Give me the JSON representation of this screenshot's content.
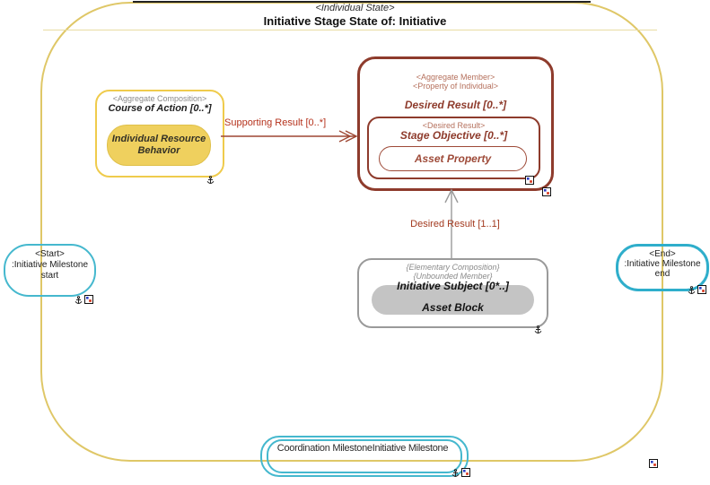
{
  "state": {
    "stereotype": "<Individual State>",
    "title": "Initiative Stage State of: Initiative"
  },
  "course_of_action": {
    "stereotype": "<Aggregate Composition>",
    "name": "Course of Action [0..*]",
    "behavior": "Individual Resource Behavior"
  },
  "connectors": {
    "supporting_result": "Supporting Result [0..*]",
    "desired_result": "Desired Result [1..1]"
  },
  "desired_result": {
    "stereotype1": "<Aggregate Member>",
    "stereotype2": "<Property of Individual>",
    "name": "Desired Result [0..*]"
  },
  "stage_objective": {
    "stereotype": "<Desired Result>",
    "name": "Stage Objective [0..*]",
    "asset_property": "Asset Property"
  },
  "initiative_subject": {
    "stereotype1": "{Elementary Composition}",
    "stereotype2": "{Unbounded Member}",
    "name": "Initiative Subject [0*..]",
    "asset_block": "Asset Block"
  },
  "start_milestone": {
    "stereotype": "<Start>",
    "name": ":Initiative Milestone",
    "instance": "start"
  },
  "end_milestone": {
    "stereotype": "<End>",
    "name": ":Initiative Milestone",
    "instance": "end"
  },
  "bottom_milestone": {
    "label": "Coordination MilestoneInitiative Milestone"
  },
  "colors": {
    "frame_yellow": "#DFC767",
    "course_border": "#EFCB4C",
    "course_fill": "#EFD05E",
    "red": "#8E3B2C",
    "red_light": "#B5705C",
    "red_label": "#B5321C",
    "gray_border": "#9A9A9A",
    "gray_fill": "#C4C4C4",
    "cyan": "#3FB6CE",
    "link_blue": "#2B3CC4",
    "link_red": "#D42A10"
  }
}
